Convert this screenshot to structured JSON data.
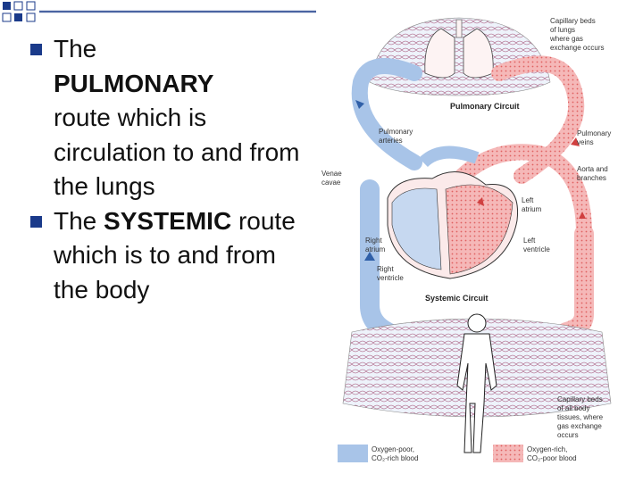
{
  "bullets": [
    {
      "pre": "The",
      "bold": "PULMONARY",
      "post": "route which is circulation to and from the lungs"
    },
    {
      "pre": "The",
      "bold": "SYSTEMIC",
      "post": "route which is to and from the body"
    }
  ],
  "diagram": {
    "capillary_lungs": [
      "Capillary beds",
      "of lungs",
      "where gas",
      "exchange occurs"
    ],
    "pulmonary_circuit": "Pulmonary Circuit",
    "pulmonary_arteries": [
      "Pulmonary",
      "arteries"
    ],
    "pulmonary_veins": [
      "Pulmonary",
      "veins"
    ],
    "venae_cavae": [
      "Venae",
      "cavae"
    ],
    "aorta": [
      "Aorta and",
      "branches"
    ],
    "left_atrium": [
      "Left",
      "atrium"
    ],
    "right_atrium": [
      "Right",
      "atrium"
    ],
    "left_ventricle": [
      "Left",
      "ventricle"
    ],
    "right_ventricle": [
      "Right",
      "ventricle"
    ],
    "systemic_circuit": "Systemic Circuit",
    "capillary_body": [
      "Capillary beds",
      "of all body",
      "tissues, where",
      "gas exchange",
      "occurs"
    ],
    "legend_poor": [
      "Oxygen-poor,",
      "CO₂-rich blood"
    ],
    "legend_rich": [
      "Oxygen-rich,",
      "CO₂-poor blood"
    ]
  },
  "colors": {
    "bullet": "#1a3a8a",
    "oxygen_poor": "#a8c4e8",
    "oxygen_rich": "#f2a7a7"
  }
}
